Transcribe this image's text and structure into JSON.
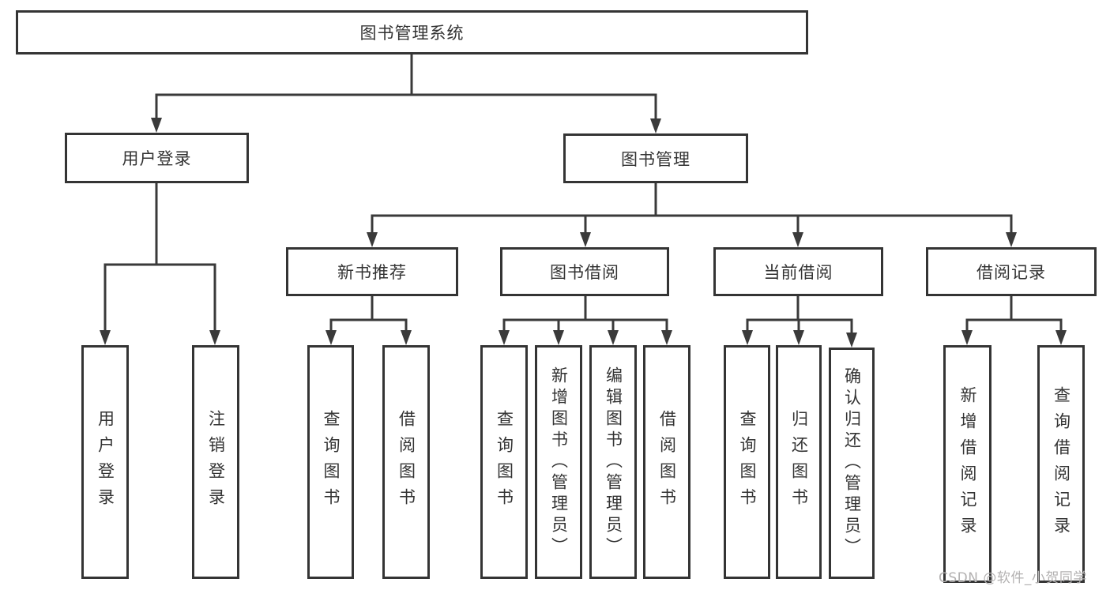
{
  "diagram_type": "hierarchy-tree",
  "colors": {
    "background": "#ffffff",
    "line": "#3a3a3a",
    "box_border": "#343434",
    "text": "#333333",
    "watermark": "#b3b1b1"
  },
  "tree": {
    "root": {
      "label": "图书管理系统",
      "children": [
        {
          "label": "用户登录",
          "children": [
            {
              "label": "用户登录"
            },
            {
              "label": "注销登录"
            }
          ]
        },
        {
          "label": "图书管理",
          "children": [
            {
              "label": "新书推荐",
              "children": [
                {
                  "label": "查询图书"
                },
                {
                  "label": "借阅图书"
                }
              ]
            },
            {
              "label": "图书借阅",
              "children": [
                {
                  "label": "查询图书"
                },
                {
                  "label": "新增图书（管理员）"
                },
                {
                  "label": "编辑图书（管理员）"
                },
                {
                  "label": "借阅图书"
                }
              ]
            },
            {
              "label": "当前借阅",
              "children": [
                {
                  "label": "查询图书"
                },
                {
                  "label": "归还图书"
                },
                {
                  "label": "确认归还（管理员）"
                }
              ]
            },
            {
              "label": "借阅记录",
              "children": [
                {
                  "label": "新增借阅记录"
                },
                {
                  "label": "查询借阅记录"
                }
              ]
            }
          ]
        }
      ]
    }
  },
  "watermark": {
    "text": "CSDN @软件_小贺同学"
  }
}
